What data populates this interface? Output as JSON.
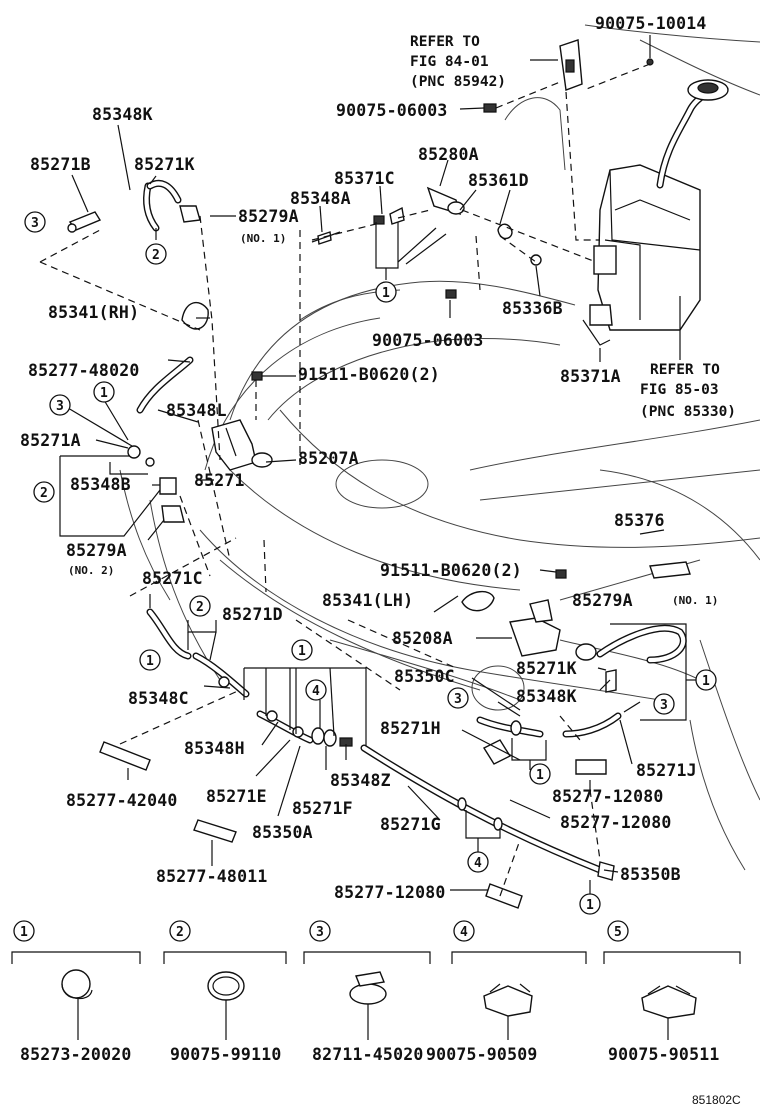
{
  "labels": {
    "p90075_10014": "90075-10014",
    "ref_fig84_1": "REFER TO",
    "ref_fig84_2": "FIG 84-01",
    "ref_fig84_3": "(PNC 85942)",
    "p90075_06003_top": "90075-06003",
    "p85348K_top": "85348K",
    "p85271B": "85271B",
    "p85271K_top": "85271K",
    "p85279A_top": "85279A",
    "no1_top": "(NO. 1)",
    "p85280A": "85280A",
    "p85371C": "85371C",
    "p85361D": "85361D",
    "p85348A": "85348A",
    "p85341RH": "85341(RH)",
    "p85336B": "85336B",
    "p90075_06003_mid": "90075-06003",
    "p85371A": "85371A",
    "ref_fig85_1": "REFER TO",
    "ref_fig85_2": "FIG 85-03",
    "ref_fig85_3": "(PNC 85330)",
    "p85277_48020": "85277-48020",
    "p91511_top": "91511-B0620(2)",
    "p85348L": "85348L",
    "p85271A": "85271A",
    "p85207A": "85207A",
    "p85348B": "85348B",
    "p85271": "85271",
    "p85279A_mid": "85279A",
    "no2": "(NO. 2)",
    "p85376": "85376",
    "p91511_mid": "91511-B0620(2)",
    "p85271C": "85271C",
    "p85341LH": "85341(LH)",
    "p85279A_right": "85279A",
    "no1_right": "(NO. 1)",
    "p85271D": "85271D",
    "p85208A": "85208A",
    "p85271K_right": "85271K",
    "p85350C": "85350C",
    "p85348K_right": "85348K",
    "p85348C": "85348C",
    "p85271H": "85271H",
    "p85348H": "85348H",
    "p85271J": "85271J",
    "p85277_42040": "85277-42040",
    "p85348Z": "85348Z",
    "p85277_12080_a": "85277-12080",
    "p85271E": "85271E",
    "p85271F": "85271F",
    "p85271G": "85271G",
    "p85277_12080_b": "85277-12080",
    "p85350A": "85350A",
    "p85277_48011": "85277-48011",
    "p85277_12080_c": "85277-12080",
    "p85350B": "85350B",
    "diagram_code": "851802C"
  },
  "callouts": [
    "1",
    "2",
    "3",
    "4",
    "5"
  ],
  "legend": [
    {
      "num": "1",
      "part": "85273-20020"
    },
    {
      "num": "2",
      "part": "90075-99110"
    },
    {
      "num": "3",
      "part": "82711-45020"
    },
    {
      "num": "4",
      "part": "90075-90509"
    },
    {
      "num": "5",
      "part": "90075-90511"
    }
  ]
}
